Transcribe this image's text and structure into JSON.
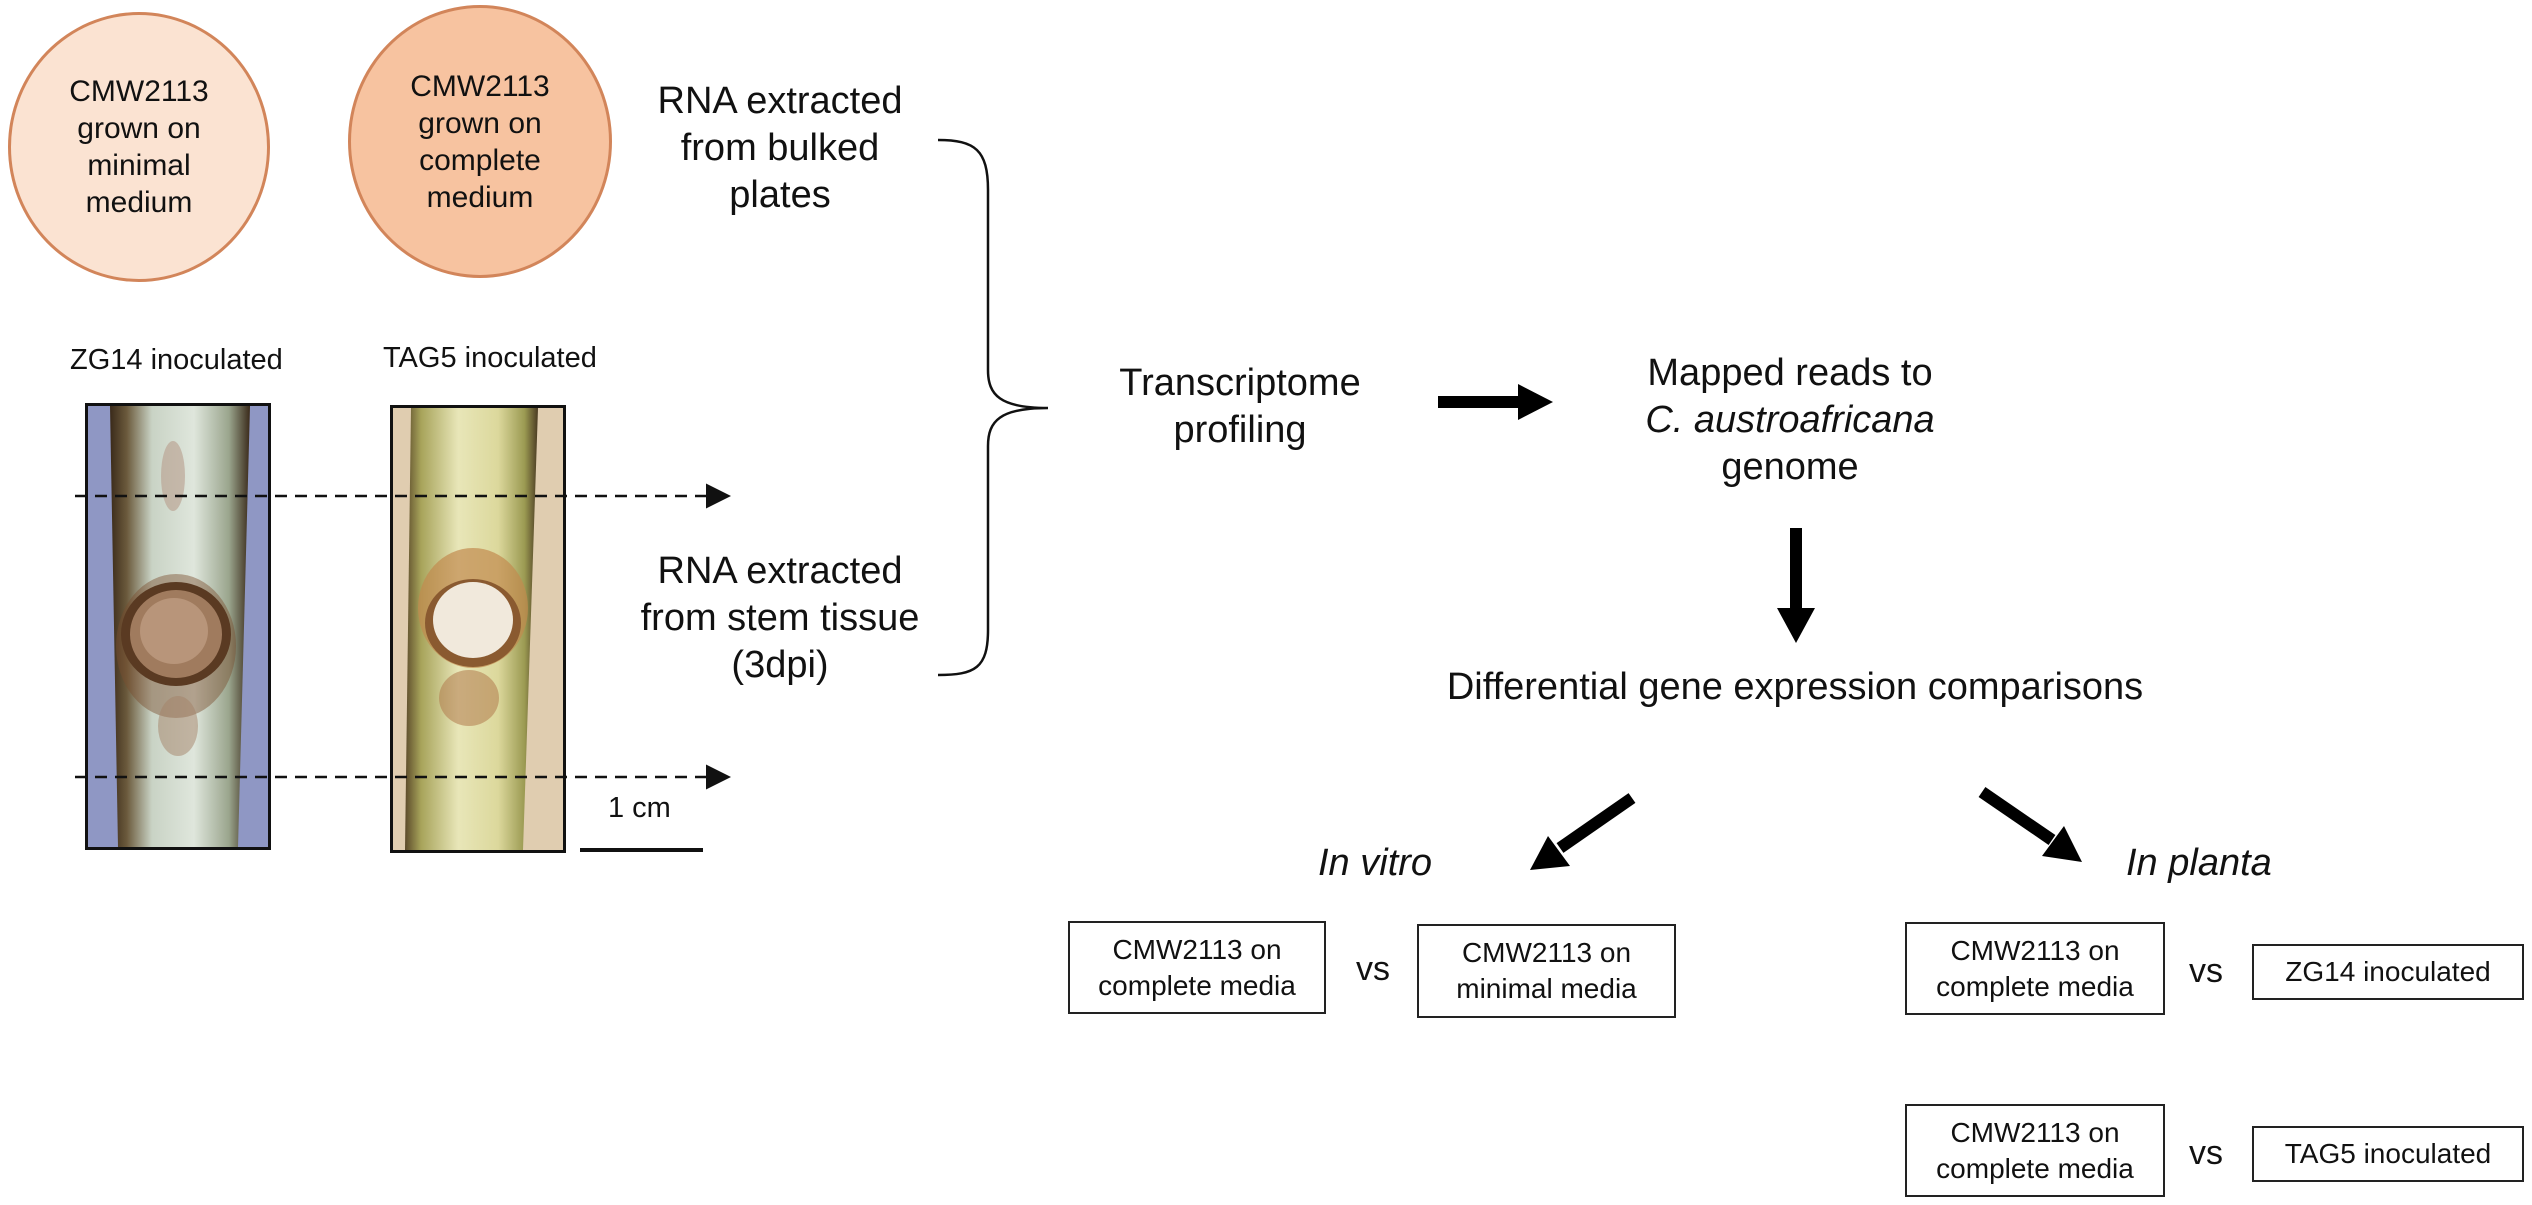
{
  "circles": {
    "minimal": {
      "l1": "CMW2113",
      "l2": "grown on",
      "l3": "minimal",
      "l4": "medium",
      "fill": "#fbe3d2"
    },
    "complete": {
      "l1": "CMW2113",
      "l2": "grown on",
      "l3": "complete",
      "l4": "medium",
      "fill": "#f7c3a0"
    }
  },
  "photos": {
    "zg14_label": "ZG14 inoculated",
    "tag5_label": "TAG5 inoculated",
    "scale_label": "1 cm"
  },
  "rna": {
    "plates": {
      "l1": "RNA extracted",
      "l2": "from bulked",
      "l3": "plates"
    },
    "stem": {
      "l1": "RNA extracted",
      "l2": "from stem tissue",
      "l3": "(3dpi)"
    }
  },
  "pipeline": {
    "profiling": {
      "l1": "Transcriptome",
      "l2": "profiling"
    },
    "mapped": {
      "l1": "Mapped reads to",
      "l2": "C. austroafricana",
      "l3": "genome"
    },
    "dge": "Differential gene expression comparisons"
  },
  "comparisons": {
    "in_vitro": {
      "title": "In vitro",
      "left": {
        "l1": "CMW2113 on",
        "l2": "complete media"
      },
      "vs": "vs",
      "right": {
        "l1": "CMW2113 on",
        "l2": "minimal media"
      }
    },
    "in_planta": {
      "title": "In planta",
      "row1": {
        "l1": "CMW2113 on",
        "l2": "complete media",
        "vs": "vs",
        "right": "ZG14 inoculated"
      },
      "row2": {
        "l1": "CMW2113 on",
        "l2": "complete media",
        "vs": "vs",
        "right": "TAG5 inoculated"
      }
    }
  },
  "colors": {
    "circle_border": "#d2855a",
    "arrow": "#000000"
  }
}
